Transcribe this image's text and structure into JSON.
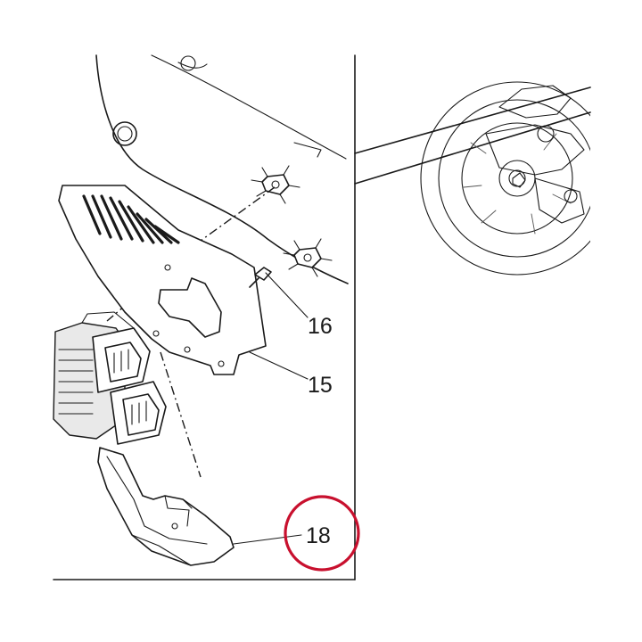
{
  "callouts": [
    {
      "id": "16",
      "label": "16"
    },
    {
      "id": "15",
      "label": "15"
    },
    {
      "id": "18",
      "label": "18",
      "highlighted": true
    }
  ],
  "colors": {
    "line": "#1a1a1a",
    "highlight_ring": "#c8102e",
    "background": "#ffffff"
  }
}
